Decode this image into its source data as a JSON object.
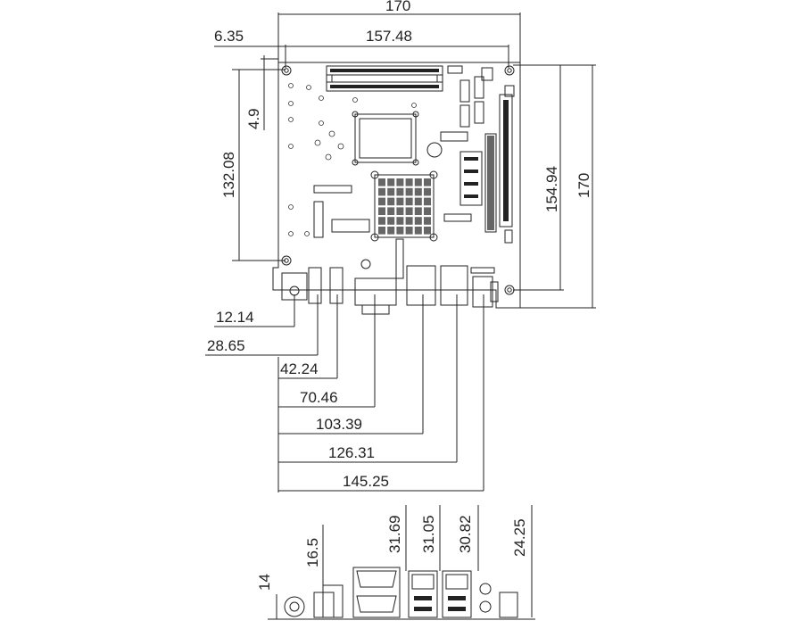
{
  "top_dimensions": {
    "overall_width": "170",
    "mount_offset": "6.35",
    "mount_span": "157.48"
  },
  "left_dimensions": {
    "hole_span": "132.08",
    "top_hole_offset": "4.9"
  },
  "right_dimensions": {
    "hole_span": "154.94",
    "overall_height": "170"
  },
  "io_x_offsets": [
    "12.14",
    "28.65",
    "42.24",
    "70.46",
    "103.39",
    "126.31",
    "145.25"
  ],
  "io_heights": [
    "14",
    "16.5",
    "31.69",
    "31.05",
    "30.82",
    "24.25"
  ]
}
